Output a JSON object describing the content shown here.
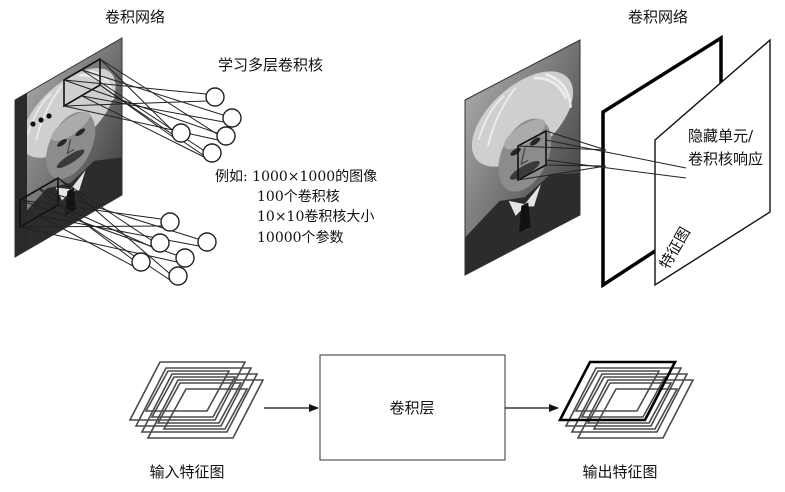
{
  "left_panel": {
    "title": "卷积网络",
    "caption": "学习多层卷积核",
    "example_lines": [
      "例如: 1000×1000的图像",
      "100个卷积核",
      "10×10卷积核大小",
      "10000个参数"
    ]
  },
  "right_panel": {
    "title": "卷积网络",
    "hidden_unit_lines": [
      "隐藏单元/",
      "卷积核响应"
    ],
    "feature_map_label": "特征图"
  },
  "pipeline": {
    "input_label": "输入特征图",
    "layer_label": "卷积层",
    "output_label": "输出特征图"
  }
}
